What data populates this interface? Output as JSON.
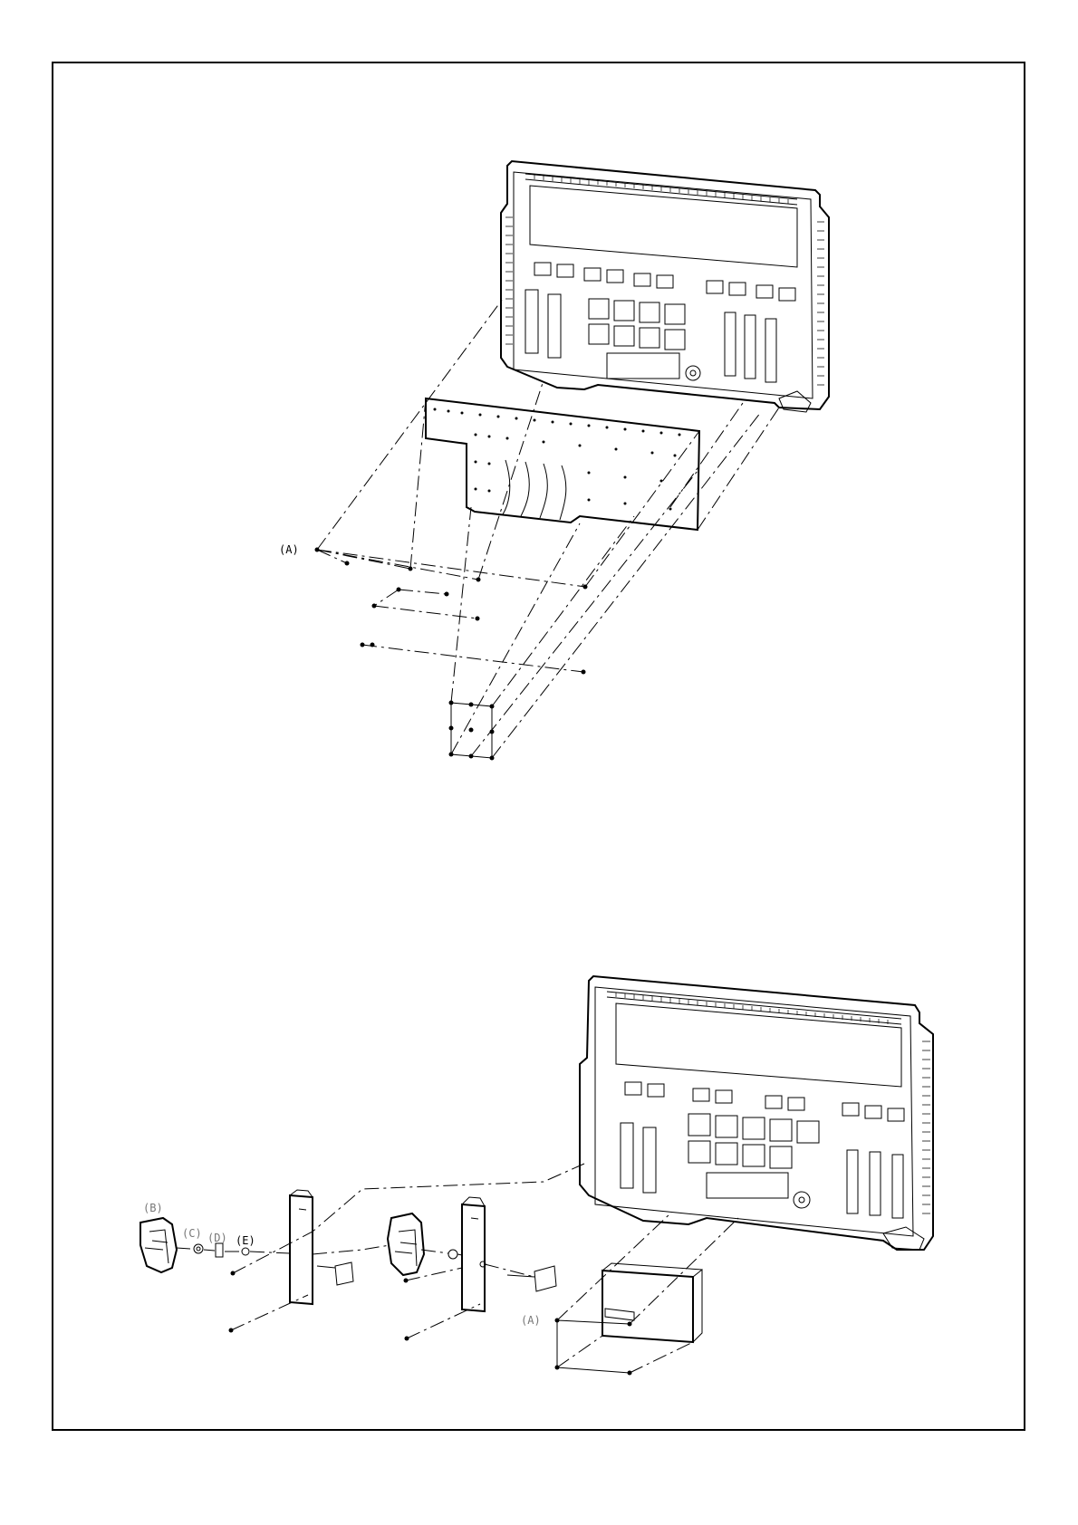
{
  "callouts": {
    "top_a": "(A)",
    "bottom_b": "(B)",
    "bottom_c": "(C)",
    "bottom_d": "(D)",
    "bottom_e": "(E)",
    "bottom_a": "(A)"
  },
  "colors": {
    "line": "#000000",
    "background": "#ffffff"
  }
}
